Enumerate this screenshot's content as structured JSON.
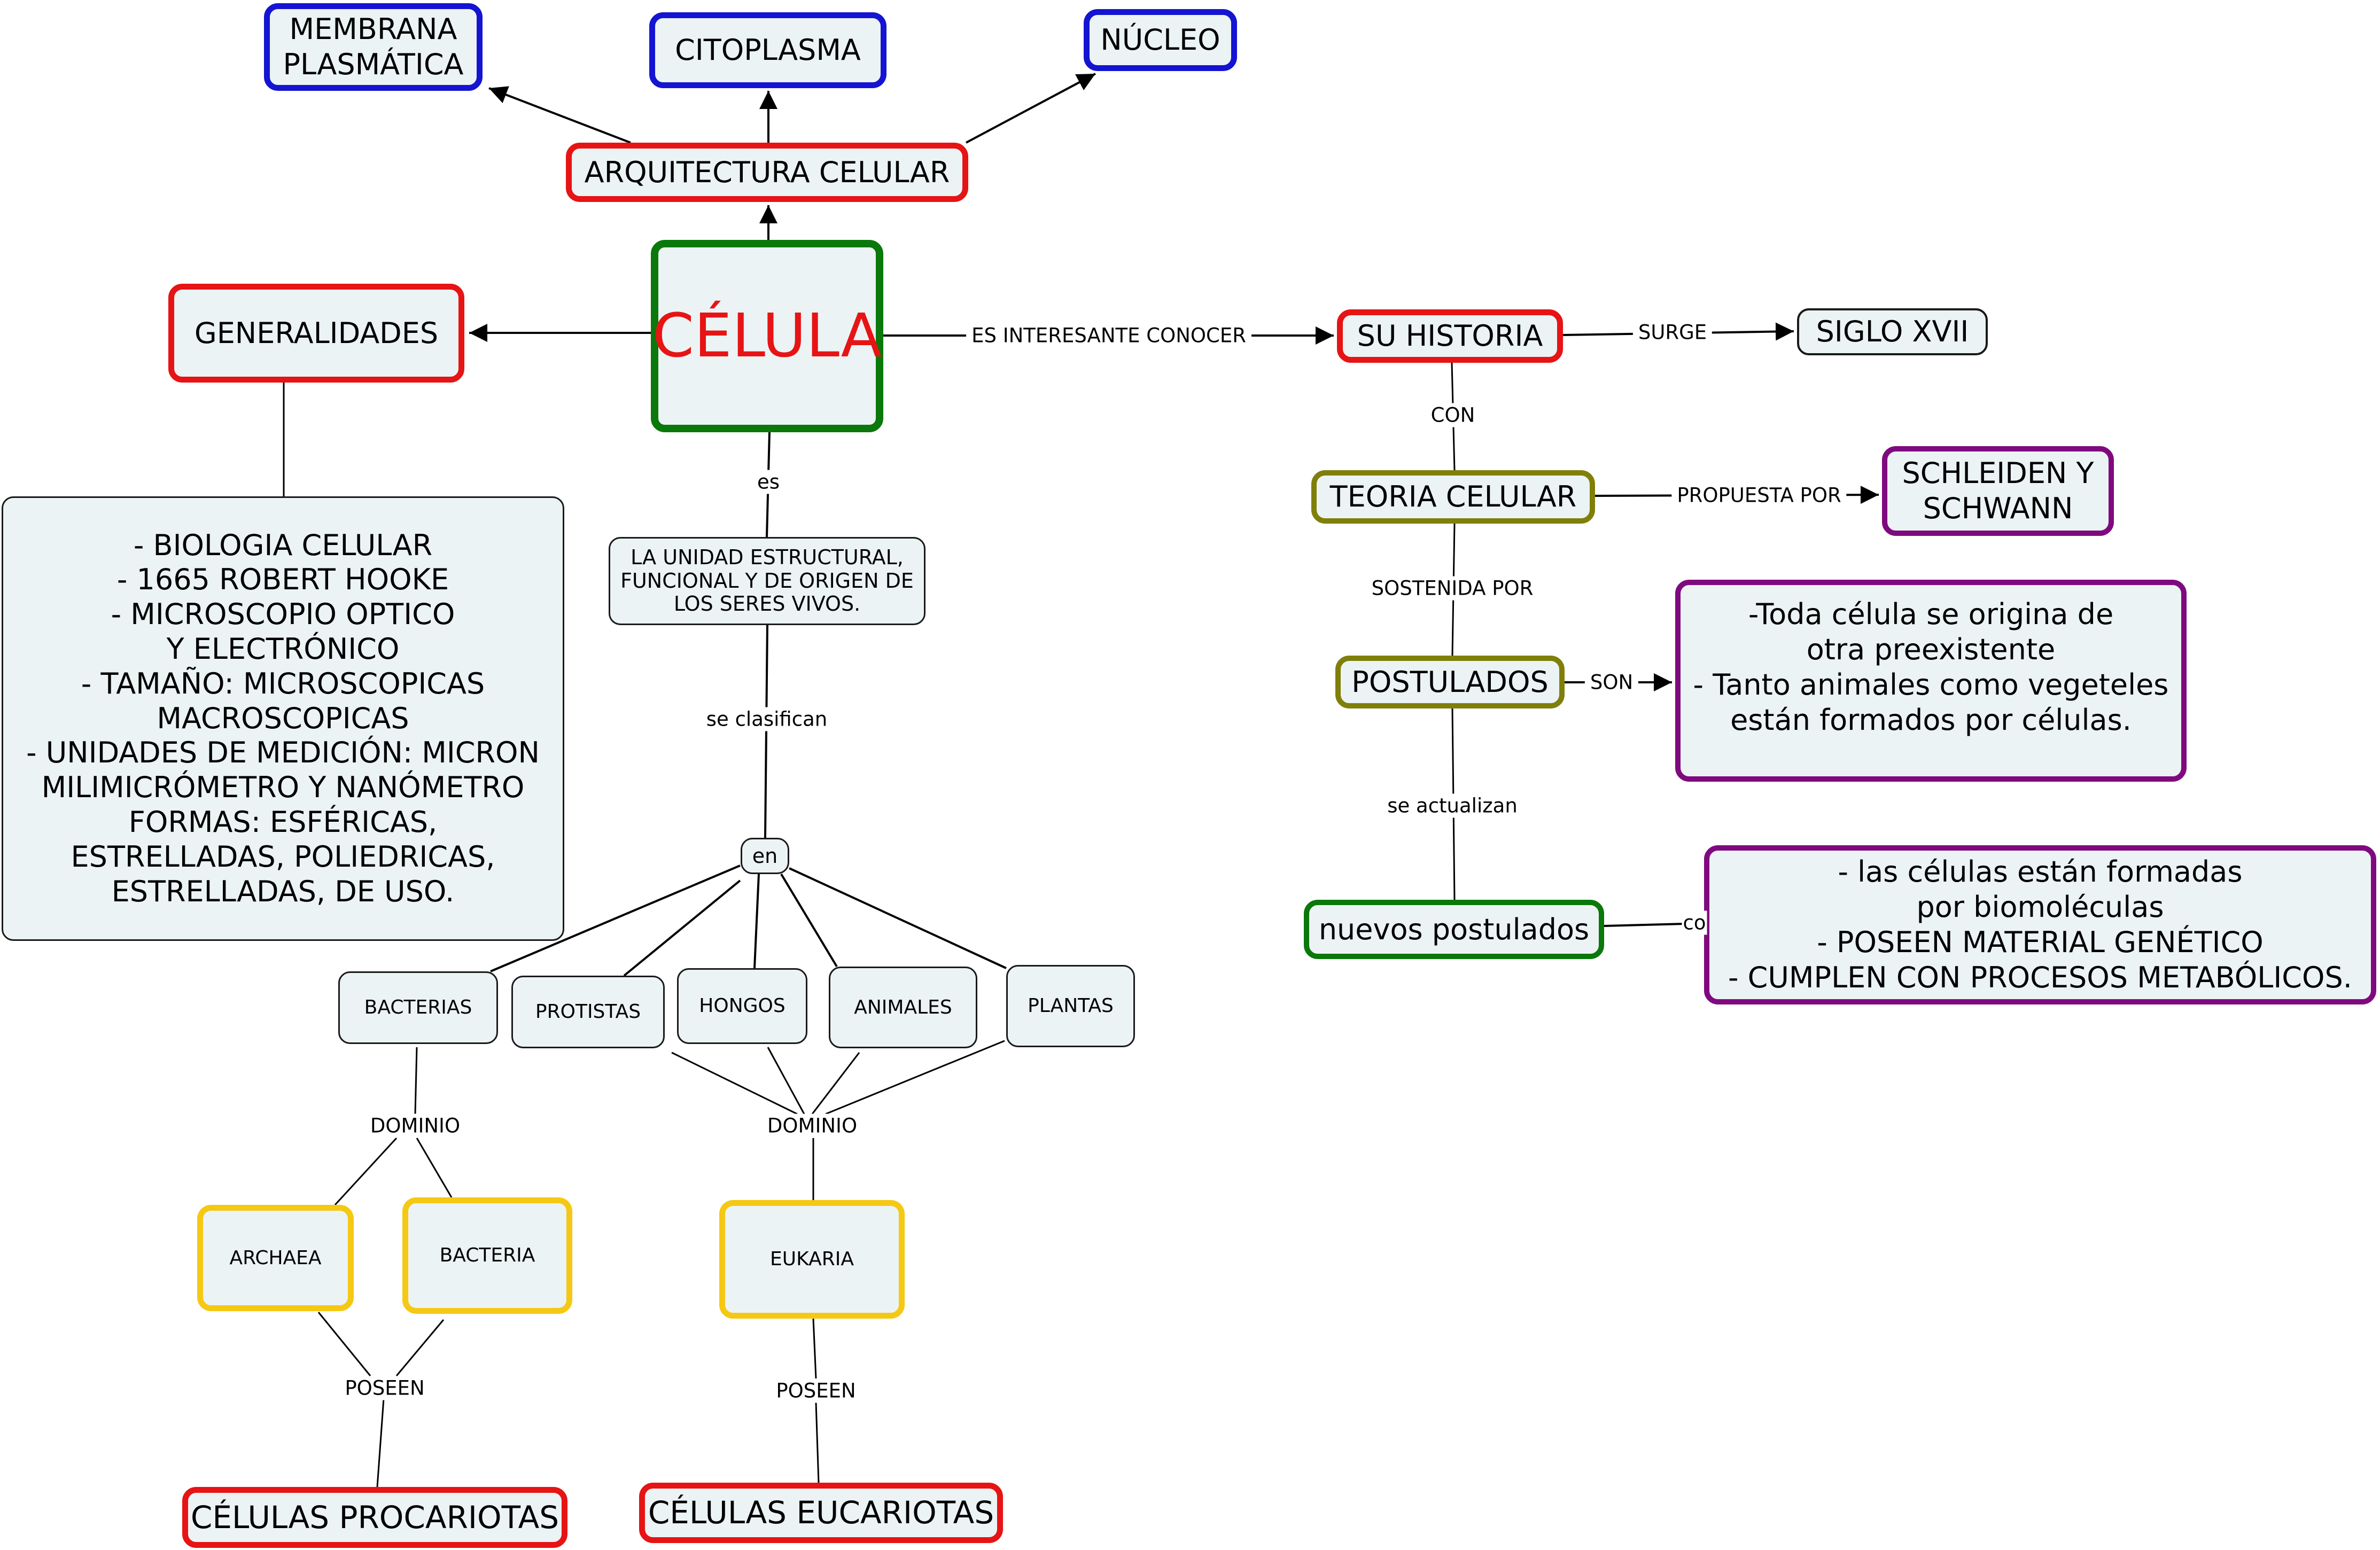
{
  "title": "CÉLULA",
  "colors": {
    "node_fill": "#ecf3f5",
    "blue": "#1414d2",
    "red": "#e61414",
    "green": "#0a780a",
    "olive": "#7f7f0a",
    "purple": "#7f0a7f",
    "yellow": "#f5c814",
    "black": "#1a1a1a"
  },
  "nodes": {
    "celula": "CÉLULA",
    "arquitectura": "ARQUITECTURA CELULAR",
    "membrana": "MEMBRANA\nPLASMÁTICA",
    "citoplasma": "CITOPLASMA",
    "nucleo": "NÚCLEO",
    "generalidades": "GENERALIDADES",
    "generalidades_detalle": "- BIOLOGIA CELULAR\n- 1665 ROBERT HOOKE\n- MICROSCOPIO OPTICO\nY ELECTRÓNICO\n- TAMAÑO: MICROSCOPICAS\nMACROSCOPICAS\n- UNIDADES DE MEDICIÓN: MICRON\nMILIMICRÓMETRO Y NANÓMETRO\nFORMAS: ESFÉRICAS,\nESTRELLADAS, POLIEDRICAS,\nESTRELLADAS, DE USO.",
    "definicion": "LA UNIDAD ESTRUCTURAL,\nFUNCIONAL Y DE ORIGEN DE\nLOS SERES VIVOS.",
    "en": "en",
    "bacterias": "BACTERIAS",
    "protistas": "PROTISTAS",
    "hongos": "HONGOS",
    "animales": "ANIMALES",
    "plantas": "PLANTAS",
    "archaea": "ARCHAEA",
    "bacteria": "BACTERIA",
    "eukaria": "EUKARIA",
    "procariotas": "CÉLULAS PROCARIOTAS",
    "eucariotas": "CÉLULAS EUCARIOTAS",
    "su_historia": "SU HISTORIA",
    "siglo": "SIGLO XVII",
    "teoria": "TEORIA CELULAR",
    "schleiden": "SCHLEIDEN Y\nSCHWANN",
    "postulados": "POSTULADOS",
    "postulados_detalle": "-Toda célula se origina de\notra preexistente\n- Tanto animales como vegeteles\nestán formados por células.",
    "nuevos": "nuevos postulados",
    "nuevos_detalle": "- las células están formadas\npor biomoléculas\n- POSEEN MATERIAL GENÉTICO\n- CUMPLEN CON PROCESOS METABÓLICOS."
  },
  "link_labels": {
    "es_interesante": "ES INTERESANTE CONOCER",
    "surge": "SURGE",
    "con": "CON",
    "propuesta": "PROPUESTA POR",
    "sostenida": "SOSTENIDA POR",
    "son": "SON",
    "se_actualizan": "se actualizan",
    "co": "co",
    "es": "es",
    "se_clasifican": "se clasifican",
    "dominio_1": "DOMINIO",
    "dominio_2": "DOMINIO",
    "poseen_1": "POSEEN",
    "poseen_2": "POSEEN"
  }
}
